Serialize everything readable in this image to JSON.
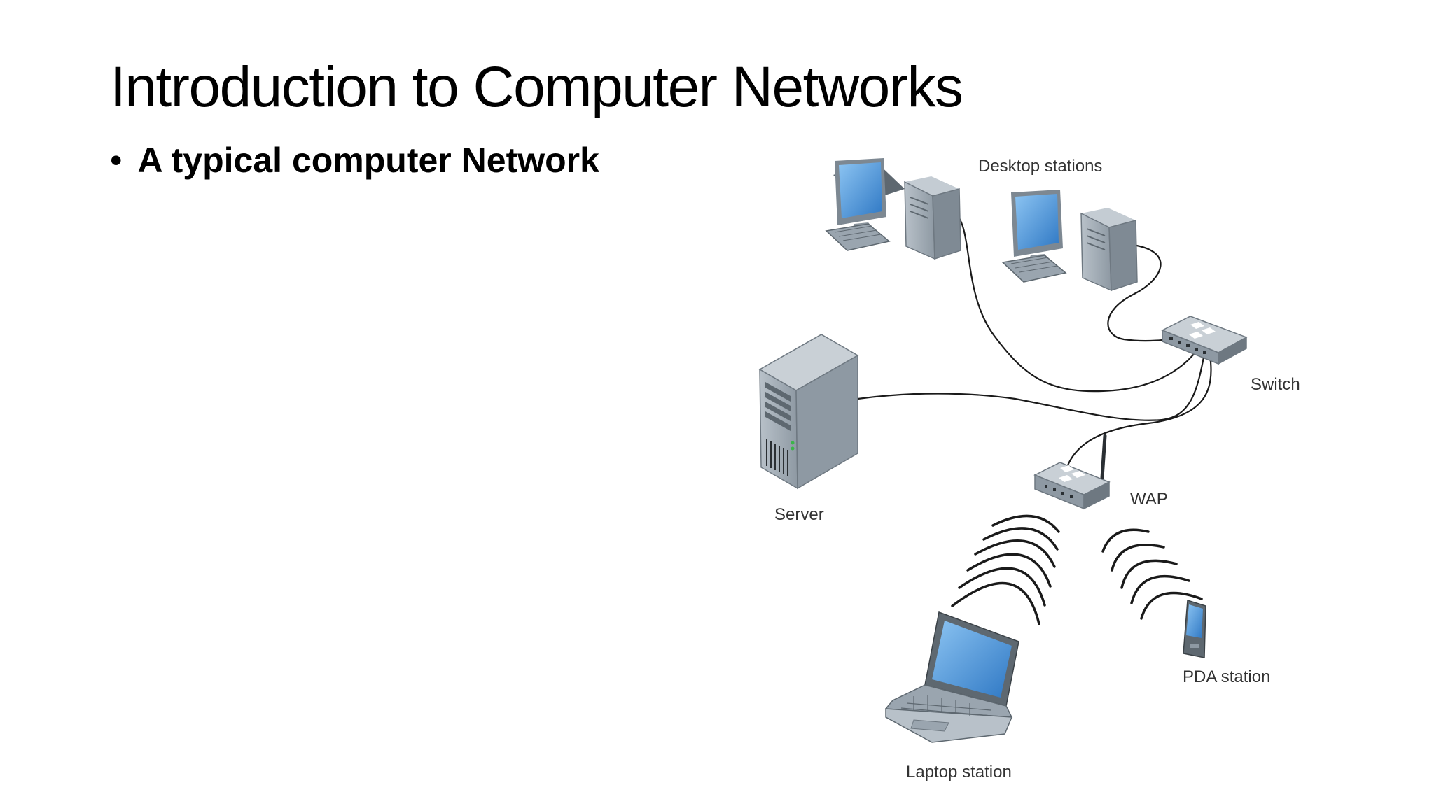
{
  "slide": {
    "title": "Introduction to Computer Networks",
    "bullet": {
      "marker": "•",
      "text": "A typical computer Network"
    }
  },
  "diagram": {
    "nodes": {
      "desktops": {
        "label": "Desktop stations",
        "icon": "desktop-computer-icon"
      },
      "switch": {
        "label": "Switch",
        "icon": "network-switch-icon"
      },
      "server": {
        "label": "Server",
        "icon": "server-tower-icon"
      },
      "wap": {
        "label": "WAP",
        "icon": "wireless-access-point-icon"
      },
      "laptop": {
        "label": "Laptop station",
        "icon": "laptop-icon"
      },
      "pda": {
        "label": "PDA station",
        "icon": "pda-icon"
      }
    },
    "colors": {
      "screen": "#3f8fd6",
      "device_body": "#9aa5af",
      "device_dark": "#6e7881",
      "cable": "#1a1a1a"
    }
  }
}
